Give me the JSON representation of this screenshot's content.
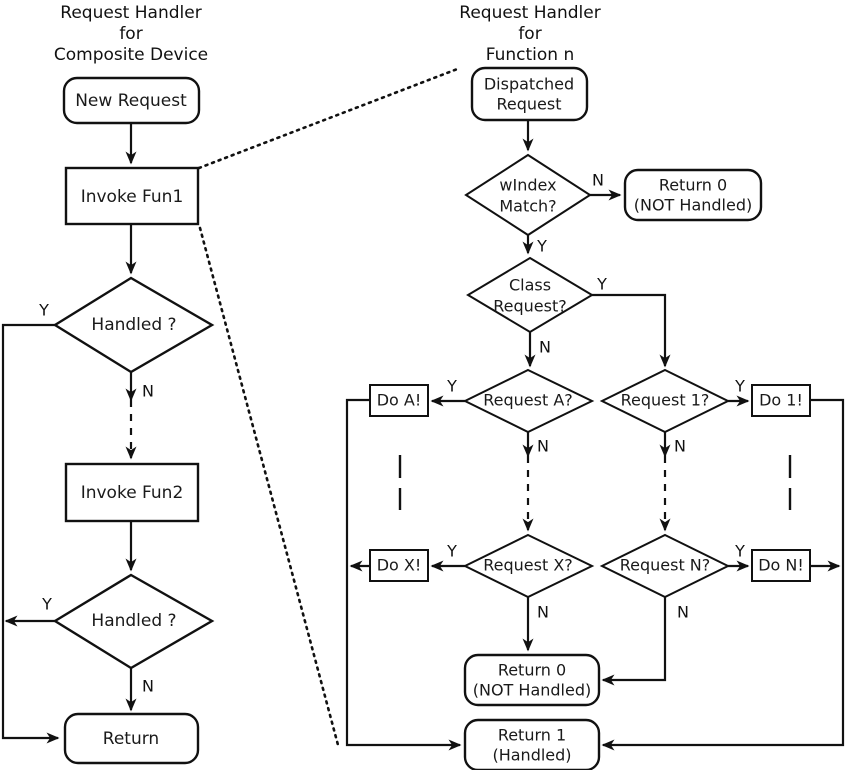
{
  "diagram": {
    "title_left": [
      "Request Handler",
      "for",
      "Composite Device"
    ],
    "title_right": [
      "Request Handler",
      "for",
      "Function n"
    ],
    "left_column": {
      "new_request": "New Request",
      "invoke_fun1": "Invoke Fun1",
      "handled_1": "Handled ?",
      "invoke_fun2": "Invoke Fun2",
      "handled_2": "Handled ?",
      "return": "Return",
      "labels": {
        "handled1_yes": "Y",
        "handled1_no": "N",
        "handled2_yes": "Y",
        "handled2_no": "N"
      }
    },
    "right_column": {
      "dispatched_request": [
        "Dispatched",
        "Request"
      ],
      "windex_match": [
        "wIndex",
        "Match?"
      ],
      "return0_top": [
        "Return 0",
        "(NOT Handled)"
      ],
      "class_request": [
        "Class",
        "Request?"
      ],
      "request_a": "Request A?",
      "request_1": "Request 1?",
      "request_x": "Request X?",
      "request_n": "Request N?",
      "do_a": "Do A!",
      "do_1": "Do 1!",
      "do_x": "Do X!",
      "do_n": "Do N!",
      "return0_bottom": [
        "Return 0",
        "(NOT Handled)"
      ],
      "return1_bottom": [
        "Return 1",
        "(Handled)"
      ],
      "labels": {
        "windex_no": "N",
        "windex_yes": "Y",
        "class_yes": "Y",
        "class_no": "N",
        "req_a_yes": "Y",
        "req_a_no": "N",
        "req_1_yes": "Y",
        "req_1_no": "N",
        "req_x_yes": "Y",
        "req_x_no": "N",
        "req_n_yes": "Y",
        "req_n_no": "N"
      }
    },
    "colors": {
      "stroke": "#111111",
      "fill": "#ffffff",
      "text": "#1a1a1a"
    }
  }
}
